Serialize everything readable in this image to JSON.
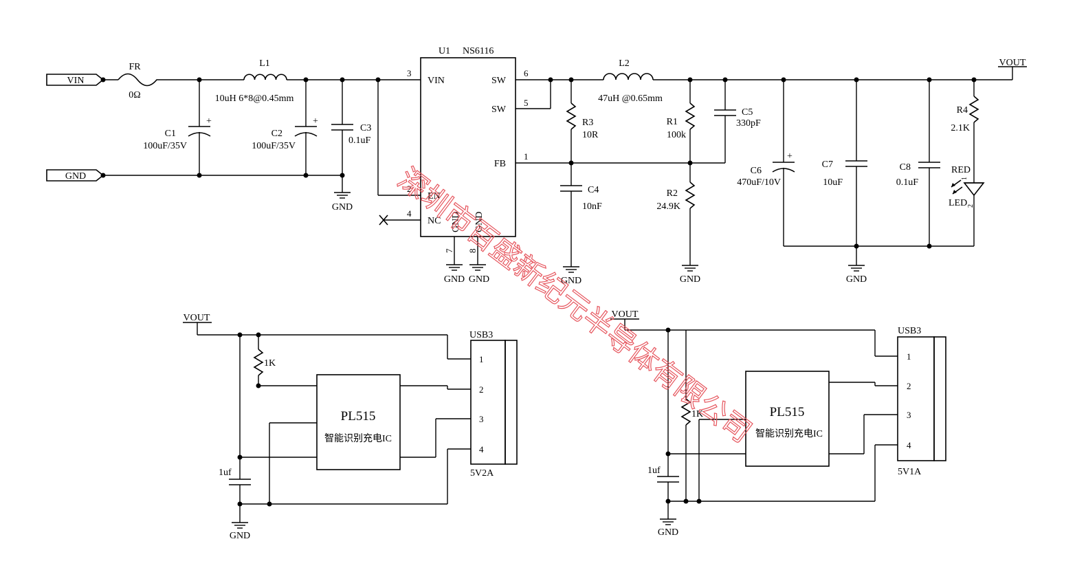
{
  "ports": {
    "vin": "VIN",
    "gnd": "GND",
    "vout": "VOUT"
  },
  "gnd": "GND",
  "fuse": {
    "ref": "FR",
    "value": "0Ω"
  },
  "l1": {
    "ref": "L1",
    "value": "10uH 6*8@0.45mm"
  },
  "l2": {
    "ref": "L2",
    "value": "47uH @0.65mm"
  },
  "c1": {
    "ref": "C1",
    "value": "100uF/35V",
    "polarity": "+"
  },
  "c2": {
    "ref": "C2",
    "value": "100uF/35V",
    "polarity": "+"
  },
  "c3": {
    "ref": "C3",
    "value": "0.1uF"
  },
  "c4": {
    "ref": "C4",
    "value": "10nF"
  },
  "c5": {
    "ref": "C5",
    "value": "330pF"
  },
  "c6": {
    "ref": "C6",
    "value": "470uF/10V",
    "polarity": "+"
  },
  "c7": {
    "ref": "C7",
    "value": "10uF"
  },
  "c8": {
    "ref": "C8",
    "value": "0.1uF"
  },
  "r1": {
    "ref": "R1",
    "value": "100k"
  },
  "r2": {
    "ref": "R2",
    "value": "24.9K"
  },
  "r3": {
    "ref": "R3",
    "value": "10R"
  },
  "r4": {
    "ref": "R4",
    "value": "2.1K"
  },
  "led": {
    "ref": "RED",
    "value": "LED",
    "pin1": "1",
    "pin2": "2"
  },
  "u1": {
    "ref": "U1",
    "part": "NS6116",
    "pins": {
      "vin": {
        "num": "3",
        "name": "VIN"
      },
      "sw1": {
        "num": "6",
        "name": "SW"
      },
      "sw2": {
        "num": "5",
        "name": "SW"
      },
      "fb": {
        "num": "1",
        "name": "FB"
      },
      "en": {
        "num": "2",
        "name": "EN"
      },
      "nc": {
        "num": "4",
        "name": "NC"
      },
      "gnd7": {
        "num": "7",
        "name": "GND"
      },
      "gnd8": {
        "num": "8",
        "name": "GND"
      }
    }
  },
  "usb_left": {
    "vout": "VOUT",
    "connector": "USB3",
    "rating": "5V2A",
    "pins": [
      "1",
      "2",
      "3",
      "4"
    ],
    "ic_part": "PL515",
    "ic_desc": "智能识别充电IC",
    "resistor": "1K",
    "cap": "1uf",
    "gnd": "GND"
  },
  "usb_right": {
    "vout": "VOUT",
    "connector": "USB3",
    "rating": "5V1A",
    "pins": [
      "1",
      "2",
      "3",
      "4"
    ],
    "ic_part": "PL515",
    "ic_desc": "智能识别充电IC",
    "resistor": "1K",
    "cap": "1uf",
    "gnd": "GND"
  },
  "watermark": "深圳市百盛新纪元半导体有限公司",
  "colors": {
    "line": "#000000",
    "watermark": "#e6555d",
    "background": "#ffffff"
  }
}
